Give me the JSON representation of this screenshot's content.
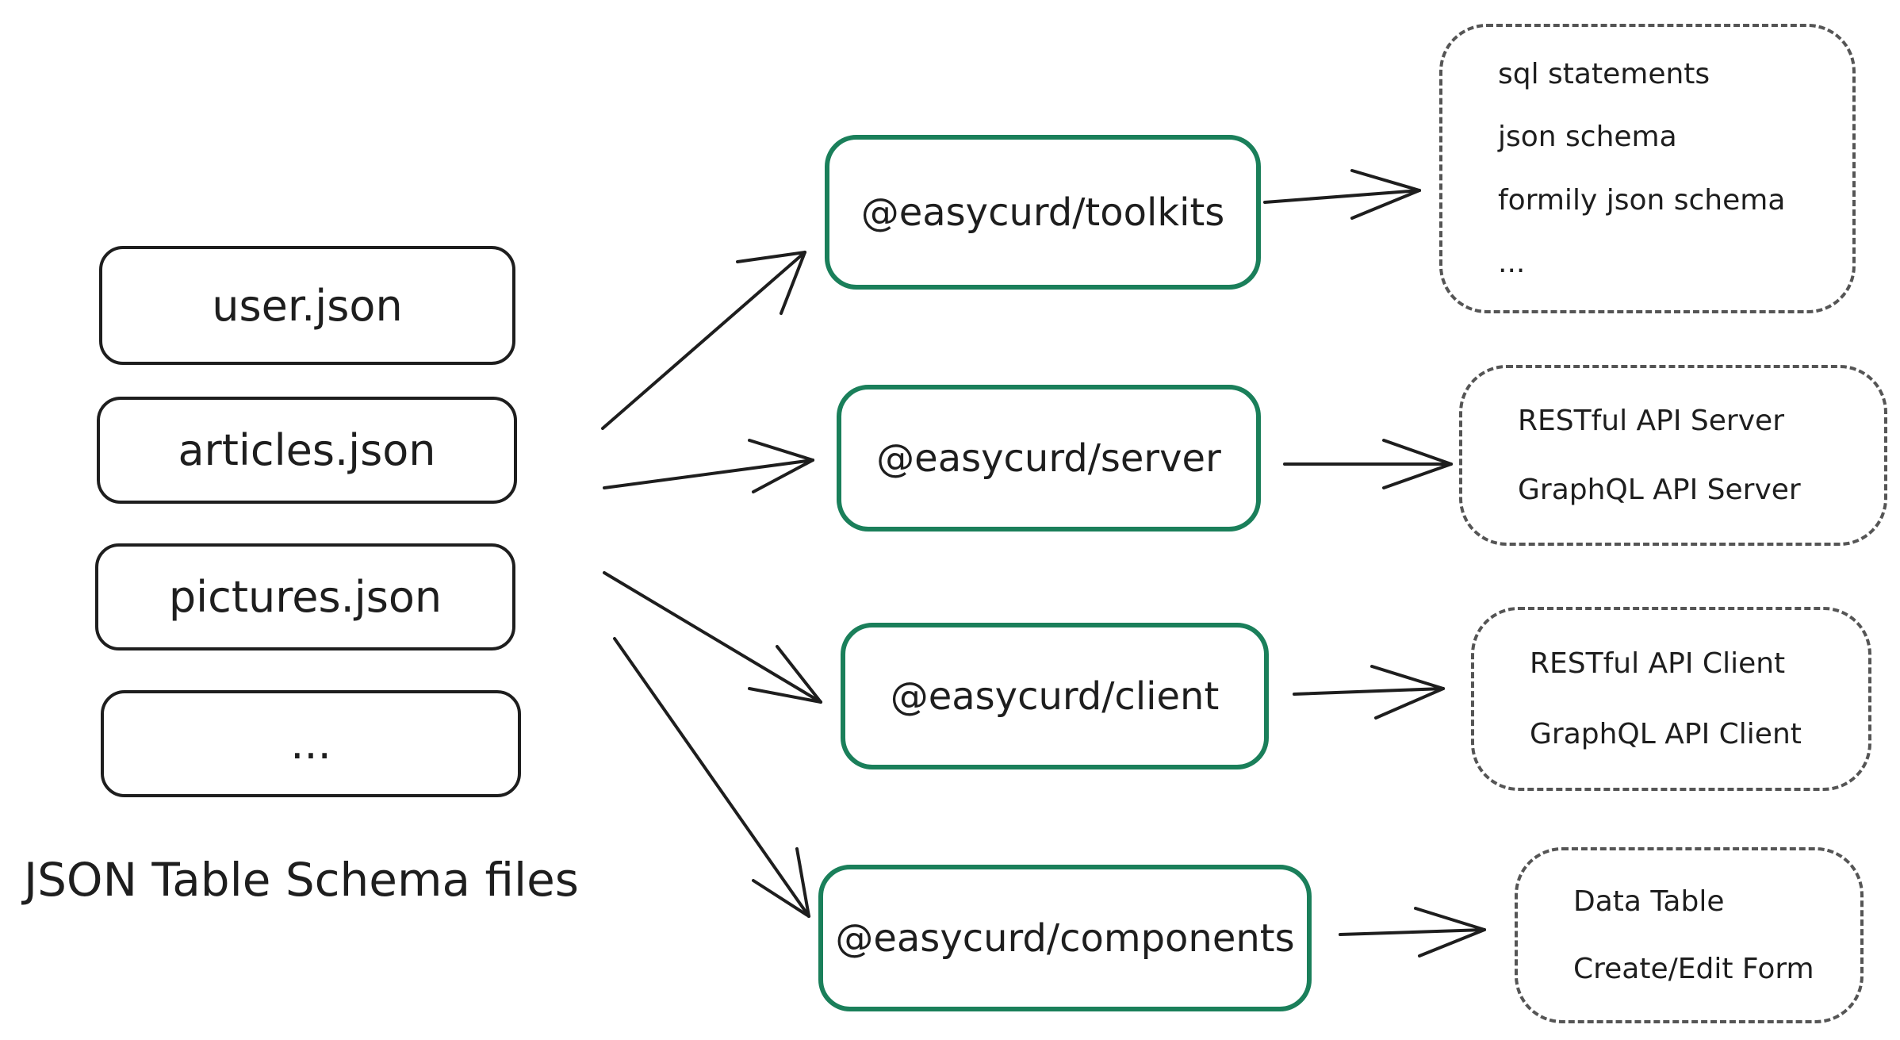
{
  "files": [
    "user.json",
    "articles.json",
    "pictures.json",
    "..."
  ],
  "caption": "JSON Table Schema files",
  "packages": [
    {
      "name": "@easycurd/toolkits",
      "outputs": [
        "sql statements",
        "json schema",
        "formily json schema",
        "..."
      ]
    },
    {
      "name": "@easycurd/server",
      "outputs": [
        "RESTful API Server",
        "GraphQL API Server"
      ]
    },
    {
      "name": "@easycurd/client",
      "outputs": [
        "RESTful API Client",
        "GraphQL API Client"
      ]
    },
    {
      "name": "@easycurd/components",
      "outputs": [
        "Data Table",
        "Create/Edit Form"
      ]
    }
  ],
  "colors": {
    "stroke": "#1e1e1e",
    "package_border": "#1a7f5a",
    "dashed_border": "#555555"
  }
}
